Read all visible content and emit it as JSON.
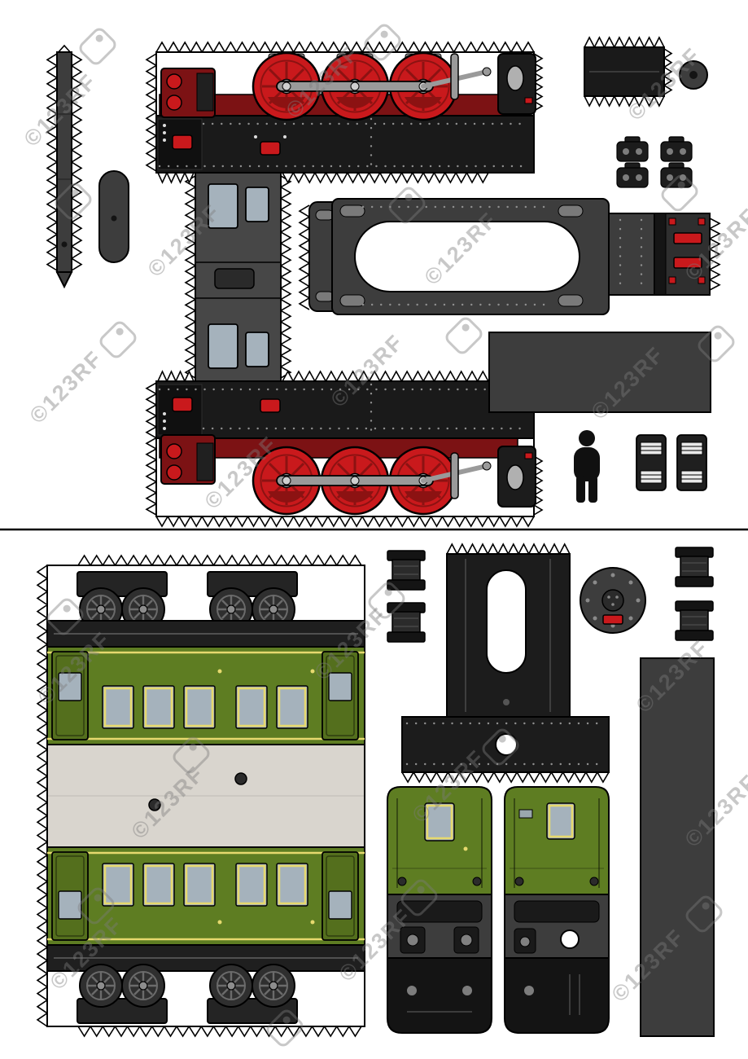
{
  "watermark": {
    "text": "©123RF",
    "logo": "123rf-camera-logo"
  },
  "colors": {
    "part_dark": "#3d3d3d",
    "part_black": "#1a1a1a",
    "wheel_red": "#c9191c",
    "dark_red": "#7c1214",
    "rod_grey": "#9a9a9a",
    "coach_green": "#5e7d22",
    "door_green": "#546f1d",
    "window_grey": "#a5b2bc",
    "trim_yellow": "#e6d96e",
    "roof_light": "#d9d5ce",
    "paper_white": "#ffffff",
    "outline": "#000000",
    "watermark_grey": "#7d7d7d"
  },
  "parts": [
    "boiler-wrap-sawtooth-strip",
    "small-pill-part",
    "locomotive-side-body",
    "locomotive-roof-panel",
    "sawtooth-tab-strip",
    "small-disc-part",
    "axle-box-parts",
    "large-dark-rectangle",
    "figure-silhouette",
    "buffer-cylinders",
    "passenger-coach-body",
    "coach-chassis-t-piece",
    "small-cylinder-parts",
    "roof-disc-part",
    "tall-dark-rectangle",
    "coach-end-piece-1",
    "coach-end-piece-2"
  ]
}
